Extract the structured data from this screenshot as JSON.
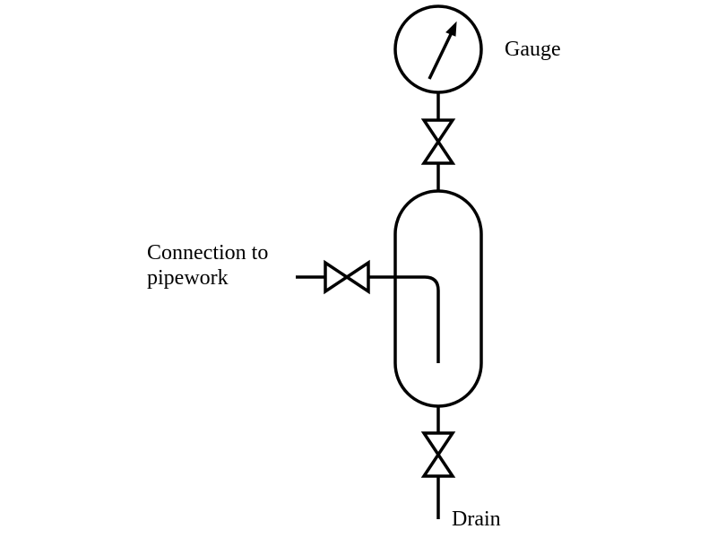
{
  "diagram": {
    "type": "process schematic",
    "labels": {
      "gauge": "Gauge",
      "connection_line1": "Connection to",
      "connection_line2": "pipework",
      "drain": "Drain"
    },
    "components": [
      {
        "id": "pressure-gauge",
        "label": "Gauge"
      },
      {
        "id": "gauge-isolation-valve",
        "type": "gate valve"
      },
      {
        "id": "vessel",
        "type": "vertical pot"
      },
      {
        "id": "inlet-valve",
        "type": "gate valve",
        "connects": "pipework"
      },
      {
        "id": "inlet-dip-pipe",
        "type": "internal pipe"
      },
      {
        "id": "drain-valve",
        "type": "gate valve"
      },
      {
        "id": "drain-line",
        "label": "Drain"
      }
    ],
    "stroke_color": "#000000",
    "background": "#ffffff"
  }
}
